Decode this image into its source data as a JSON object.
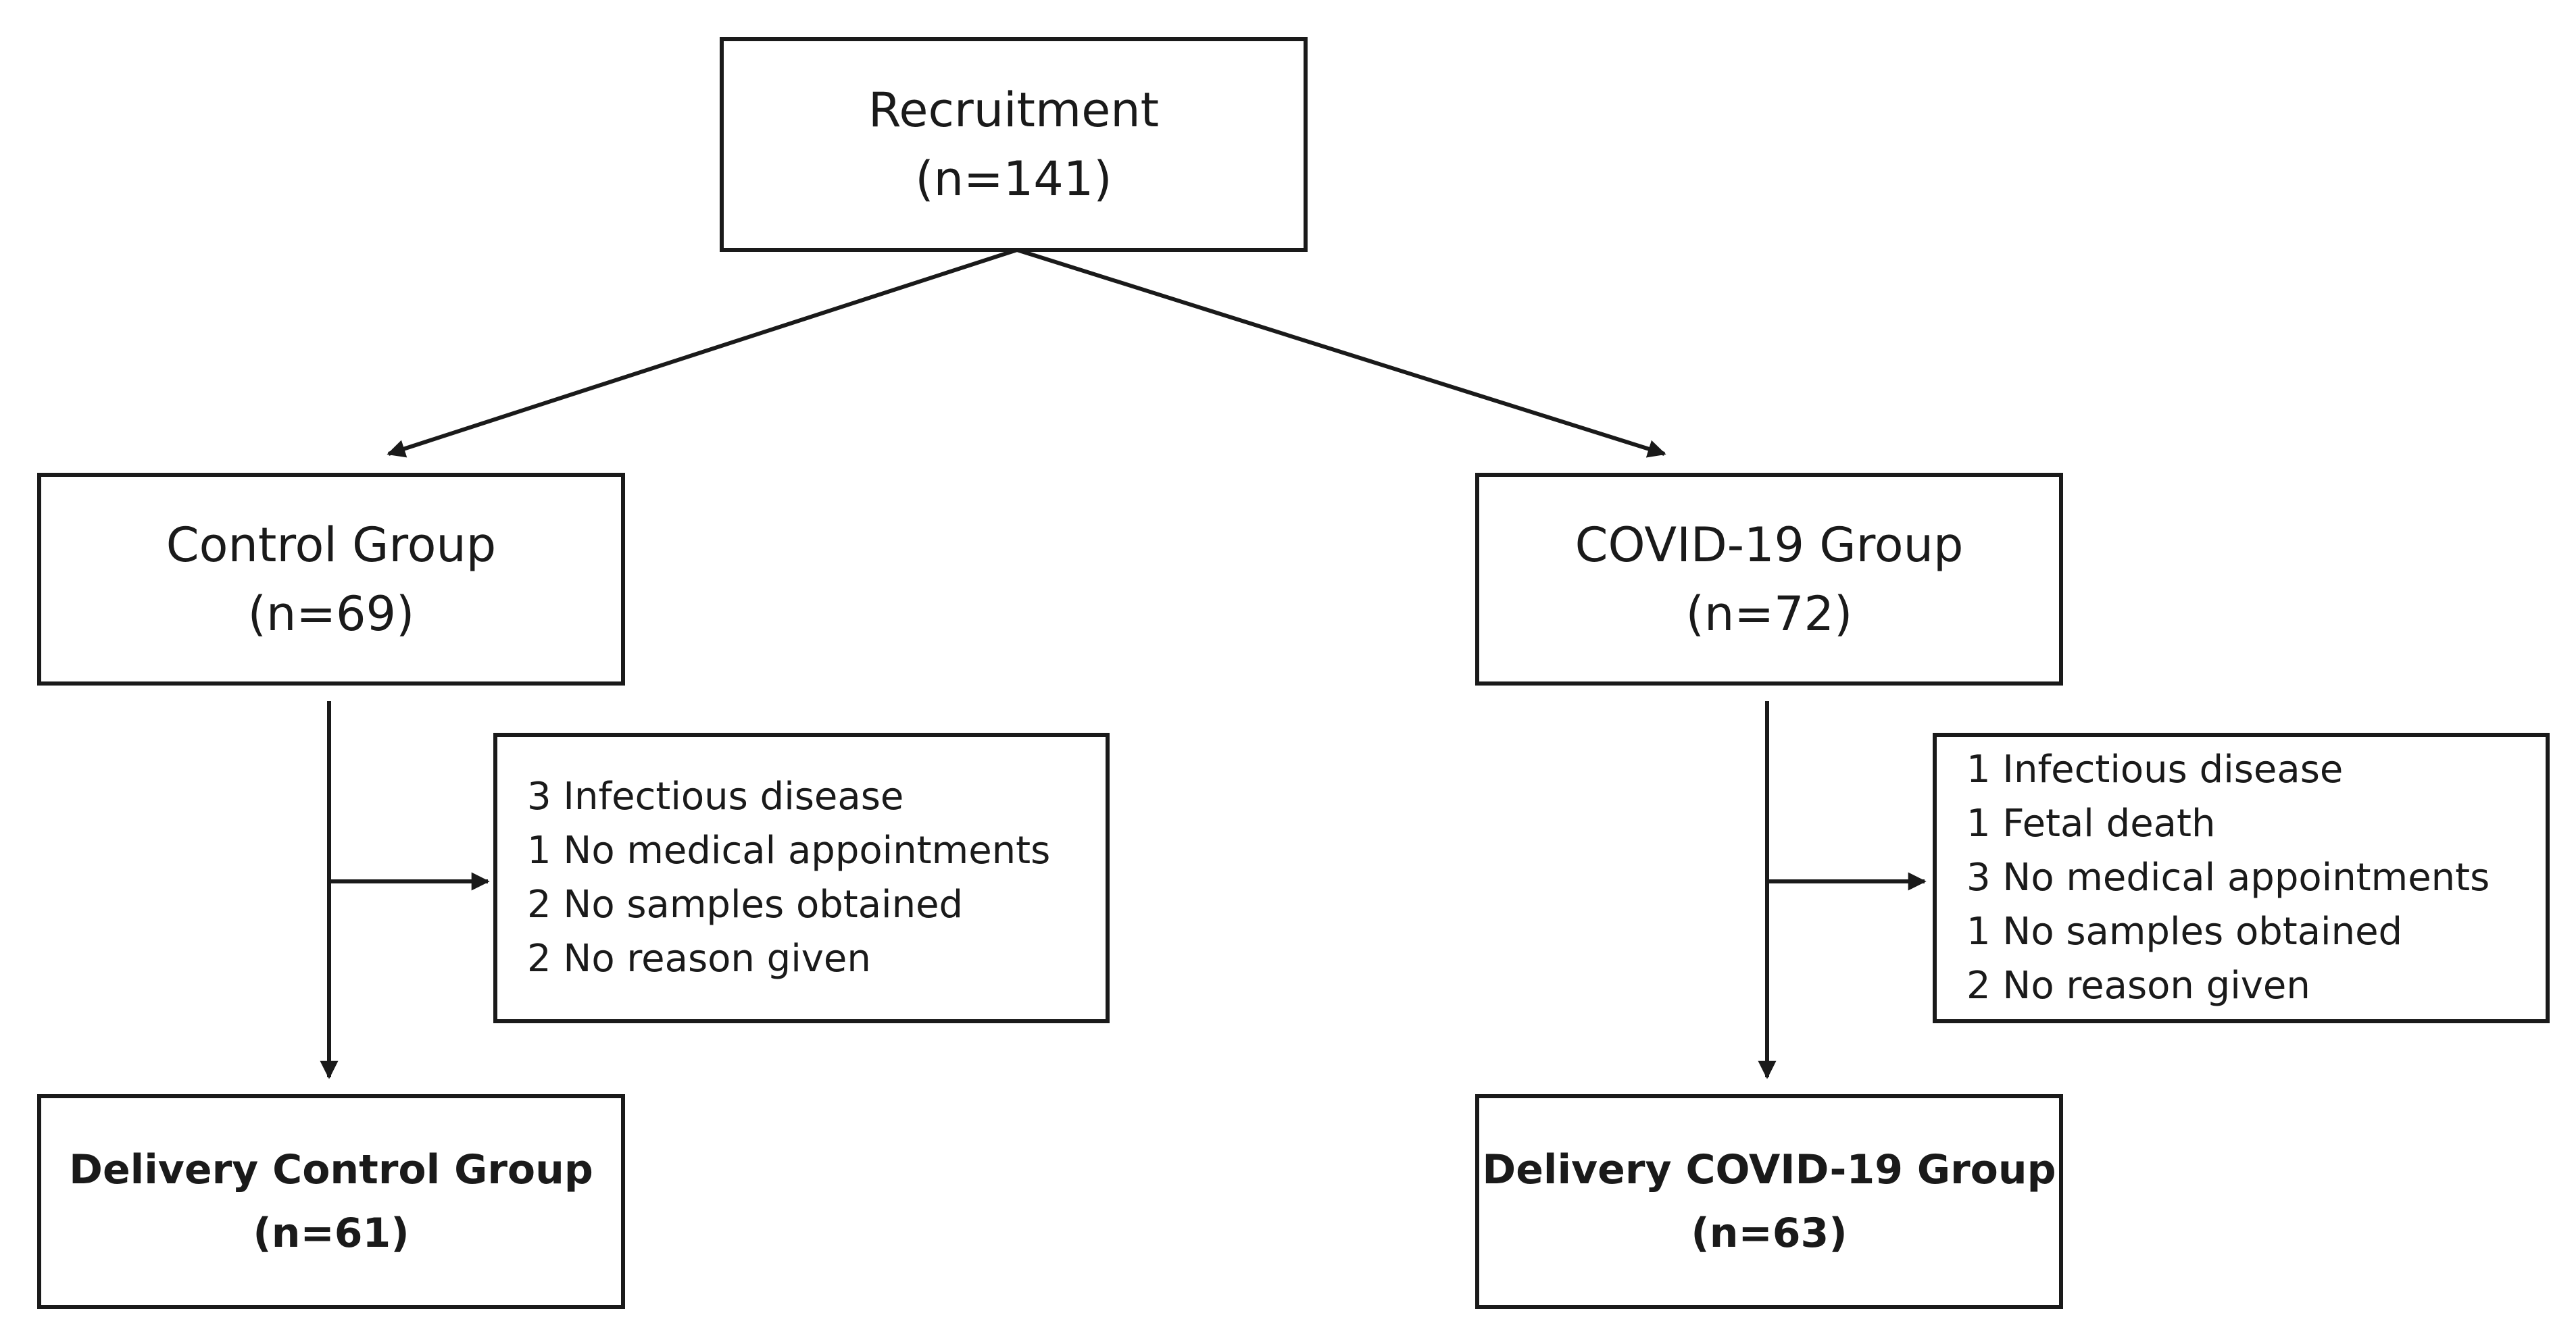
{
  "recruitment": {
    "title": "Recruitment",
    "count": "(n=141)"
  },
  "control_group": {
    "title": "Control Group",
    "count": "(n=69)",
    "exclusions": [
      "3 Infectious disease",
      "1 No medical appointments",
      "2 No samples obtained",
      "2 No reason given"
    ],
    "delivery": {
      "title": "Delivery Control Group",
      "count": "(n=61)"
    }
  },
  "covid_group": {
    "title": "COVID-19 Group",
    "count": "(n=72)",
    "exclusions": [
      "1 Infectious disease",
      "1 Fetal death",
      "3 No medical appointments",
      "1 No samples obtained",
      "2 No reason given"
    ],
    "delivery": {
      "title": "Delivery COVID-19 Group",
      "count": "(n=63)"
    }
  }
}
